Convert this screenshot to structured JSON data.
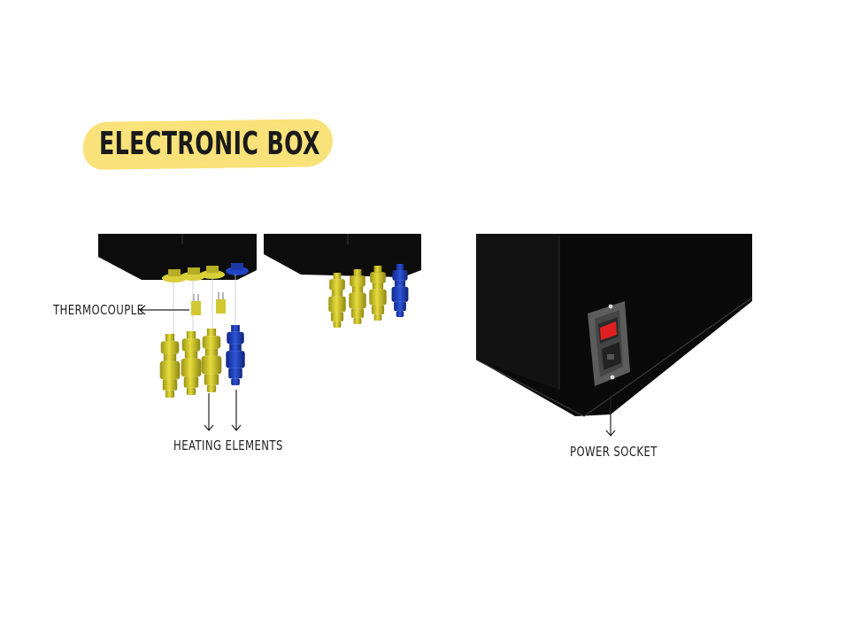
{
  "title": "ELECTRONIC BOX",
  "labels": {
    "thermocouple": "THERMOCOUPLE",
    "heating_elements": "HEATING ELEMENTS",
    "power_socket": "POWER SOCKET"
  },
  "colors": {
    "title_highlight": "#f9e27a",
    "box": "#0d0d0d",
    "heater_yellow": "#d6cc2e",
    "heater_blue": "#1f3fb5",
    "switch_red": "#e02020",
    "socket_gray": "#6a6a6a"
  }
}
